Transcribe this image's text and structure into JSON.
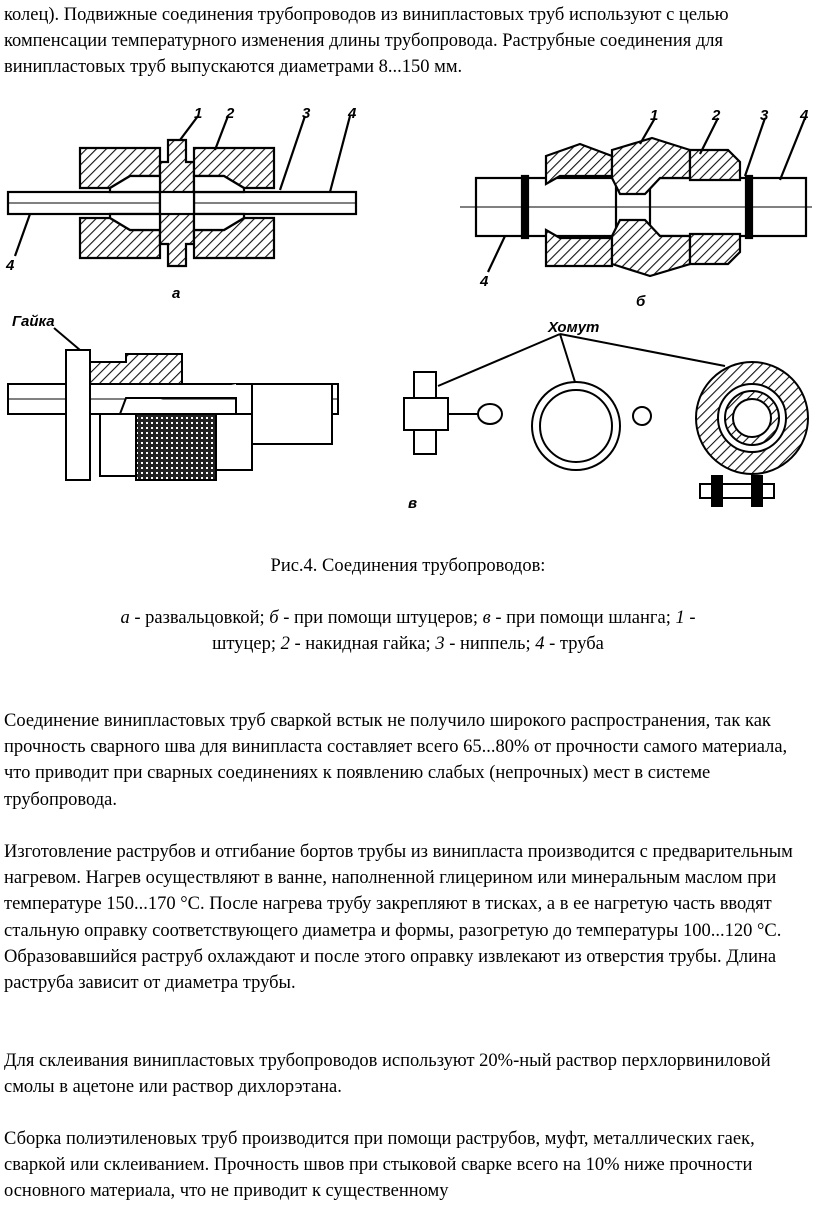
{
  "paragraphs": {
    "top": "колец). Подвижные соединения трубопроводов из винипластовых труб используют с целью компенсации температурного изменения длины трубопровода. Раструбные соединения для винипластовых труб выпускаются диаметрами 8...150 мм.",
    "p1": "Соединение винипластовых труб сваркой встык не получило широкого распространения, так как прочность сварного шва для винипласта составляет всего 65...80% от прочности самого материала, что приводит при сварных соединениях к появлению слабых (непрочных) мест в системе трубопровода.",
    "p2": "Изготовление раструбов и отгибание бортов трубы из винипласта производится с предварительным нагревом. Нагрев осуществляют в ванне, наполненной глицерином или минеральным маслом при температуре 150...170 °С. После нагрева трубу закрепляют в тисках, а в ее нагретую часть вводят стальную оправку соответствующего диаметра и формы, разогретую до температуры 100...120 °С. Образовавшийся раструб охлаждают и после этого оправку извлекают из отверстия трубы. Длина раструба зависит от диаметра трубы.",
    "p3": "Для склеивания винипластовых трубопроводов используют 20%-ный раствор перхлорвиниловой смолы в ацетоне или раствор дихлорэтана.",
    "p4": "Сборка полиэтиленовых труб производится при помощи раструбов, муфт, металлических гаек, сваркой или склеиванием. Прочность швов при стыковой сварке всего на 10% ниже прочности основного материала, что не приводит к существенному"
  },
  "caption": {
    "title": "Рис.4. Соединения трубопроводов:",
    "legend": [
      {
        "key": "а",
        "text": " - развальцовкой; "
      },
      {
        "key": "б",
        "text": " - при помощи штуцеров; "
      },
      {
        "key": "в",
        "text": " - при помощи шланга; "
      },
      {
        "key": "1",
        "text": " - штуцер; "
      },
      {
        "key": "2",
        "text": " - накидная гайка; "
      },
      {
        "key": "3",
        "text": " - ниппель; "
      },
      {
        "key": "4",
        "text": " - труба"
      }
    ]
  },
  "figure": {
    "labels": {
      "n1": "1",
      "n2": "2",
      "n3": "3",
      "n4": "4",
      "sub_a": "а",
      "sub_b": "б",
      "sub_v": "в",
      "nut": "Гайка",
      "clamp": "Хомут"
    }
  }
}
